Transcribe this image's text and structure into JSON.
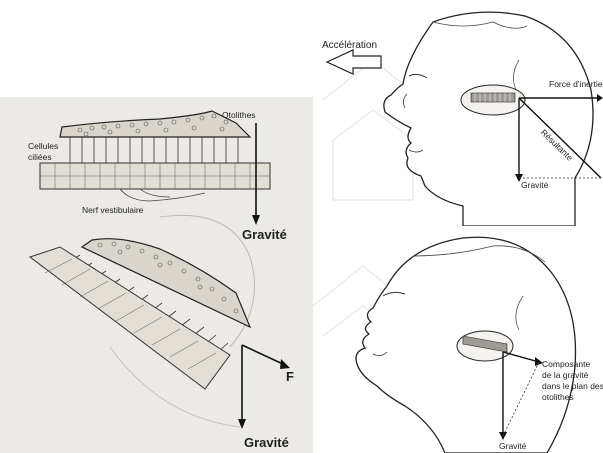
{
  "left_top": {
    "otolithes": "Otolithes",
    "cellules_ciliees_1": "Cellules",
    "cellules_ciliees_2": "ciliées",
    "nerf": "Nerf vestibulaire",
    "gravite": "Gravité"
  },
  "left_bottom": {
    "force": "F",
    "gravite": "Gravité"
  },
  "right_top": {
    "acceleration": "Accélération",
    "force_inertie": "Force d'inertie",
    "resultante": "Résultante",
    "gravite": "Gravité"
  },
  "right_bottom": {
    "composante_1": "Composante",
    "composante_2": "de la gravité",
    "composante_3": "dans le plan des",
    "composante_4": "otolithes",
    "gravite": "Gravité"
  },
  "colors": {
    "ink": "#1f1f1f",
    "paper_left": "#eceae6",
    "paper_right": "#ffffff"
  }
}
